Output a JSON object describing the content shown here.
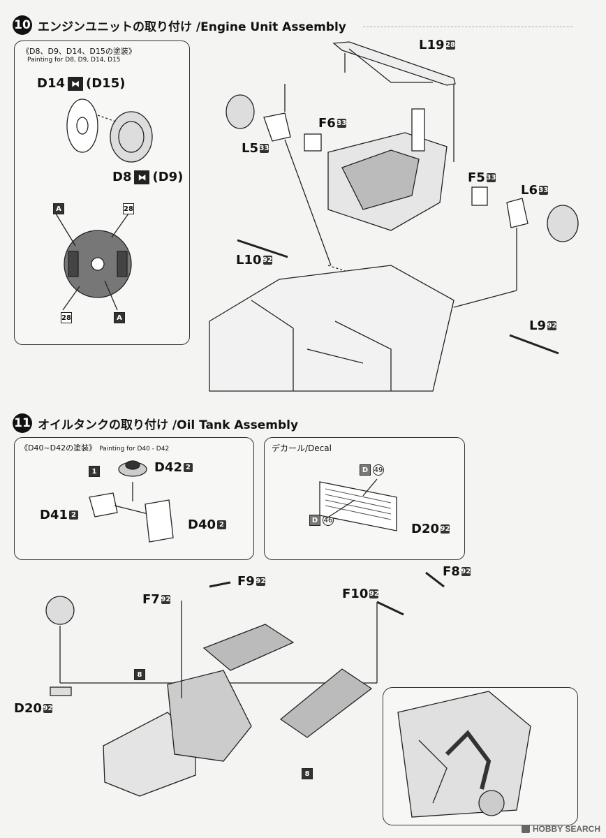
{
  "step10": {
    "number": "10",
    "title": "エンジンユニットの取り付け /Engine Unit Assembly",
    "paint_note": "《D8、D9、D14、D15の塗装》",
    "paint_sub": "Painting for D8, D9, D14, D15",
    "d14": "D14",
    "d15": "(D15)",
    "d8": "D8",
    "d9": "(D9)",
    "tag_a": "A",
    "tag_28": "28",
    "parts": {
      "L19": "L19",
      "L19_q": "28",
      "F6": "F6",
      "F6_q": "33",
      "L5": "L5",
      "L5_q": "33",
      "F5": "F5",
      "F5_q": "33",
      "L6": "L6",
      "L6_q": "33",
      "L10": "L10",
      "L10_q": "92",
      "L9": "L9",
      "L9_q": "92"
    }
  },
  "step11": {
    "number": "11",
    "title": "オイルタンクの取り付け /Oil Tank Assembly",
    "paint_note": "《D40~D42の塗装》",
    "paint_sub": "Painting for D40 - D42",
    "decal_note": "デカール/Decal",
    "tag_1": "1",
    "tag_8": "8",
    "decal_d": "D",
    "decal_49": "49",
    "decal_46": "46",
    "parts": {
      "D42": "D42",
      "D42_q": "2",
      "D41": "D41",
      "D41_q": "2",
      "D40": "D40",
      "D40_q": "2",
      "D20": "D20",
      "D20_q": "92",
      "F9": "F9",
      "F9_q": "92",
      "F7": "F7",
      "F7_q": "92",
      "F10": "F10",
      "F10_q": "92",
      "F8": "F8",
      "F8_q": "92"
    }
  },
  "watermark": "HOBBY SEARCH"
}
